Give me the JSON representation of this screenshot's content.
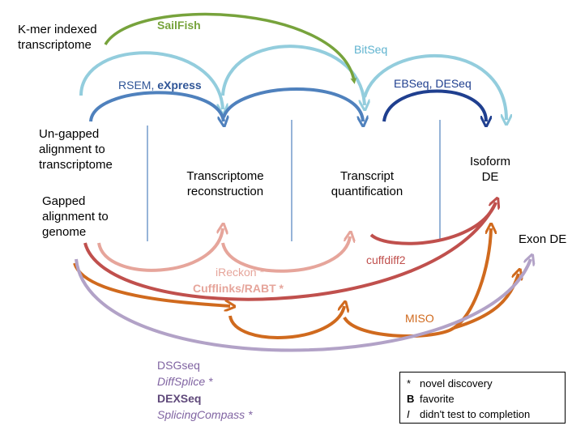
{
  "nodes": {
    "kmer": [
      "K-mer indexed",
      "transcriptome"
    ],
    "ungapped": [
      "Un-gapped",
      "alignment to",
      "transcriptome"
    ],
    "gapped": [
      "Gapped",
      "alignment to",
      "genome"
    ],
    "reconstruction": [
      "Transcriptome",
      "reconstruction"
    ],
    "quantification": [
      "Transcript",
      "quantification"
    ],
    "isoform": [
      "Isoform",
      "DE"
    ],
    "exon": "Exon DE"
  },
  "tools": {
    "sailfish": "SailFish",
    "bitseq": "BitSeq",
    "rsem": "RSEM, ",
    "express": "eXpress",
    "ebseq": "EBSeq, DESeq",
    "ireckon": "iReckon *",
    "cufflinks": "Cufflinks/RABT *",
    "cuffdiff": "cuffdiff2",
    "miso": "MISO",
    "dsgseq": "DSGseq",
    "diffsplice": "DiffSplice *",
    "dexseq": "DEXSeq",
    "splicingcompass": "SplicingCompass *"
  },
  "legend": [
    {
      "symbol": "*",
      "text": "novel discovery"
    },
    {
      "symbol": "B",
      "text": "favorite"
    },
    {
      "symbol": "I",
      "text": "didn't test to completion"
    }
  ],
  "colors": {
    "sailfish": "#77a33c",
    "bitseq": "#93cddd",
    "rsem": "#4f81bd",
    "ebseq": "#1f3f8f",
    "ireckon": "#e6a59b",
    "cuffdiff": "#c0504d",
    "miso": "#d06a1e",
    "dsg": "#b2a2c7",
    "divider": "#4f81bd"
  }
}
